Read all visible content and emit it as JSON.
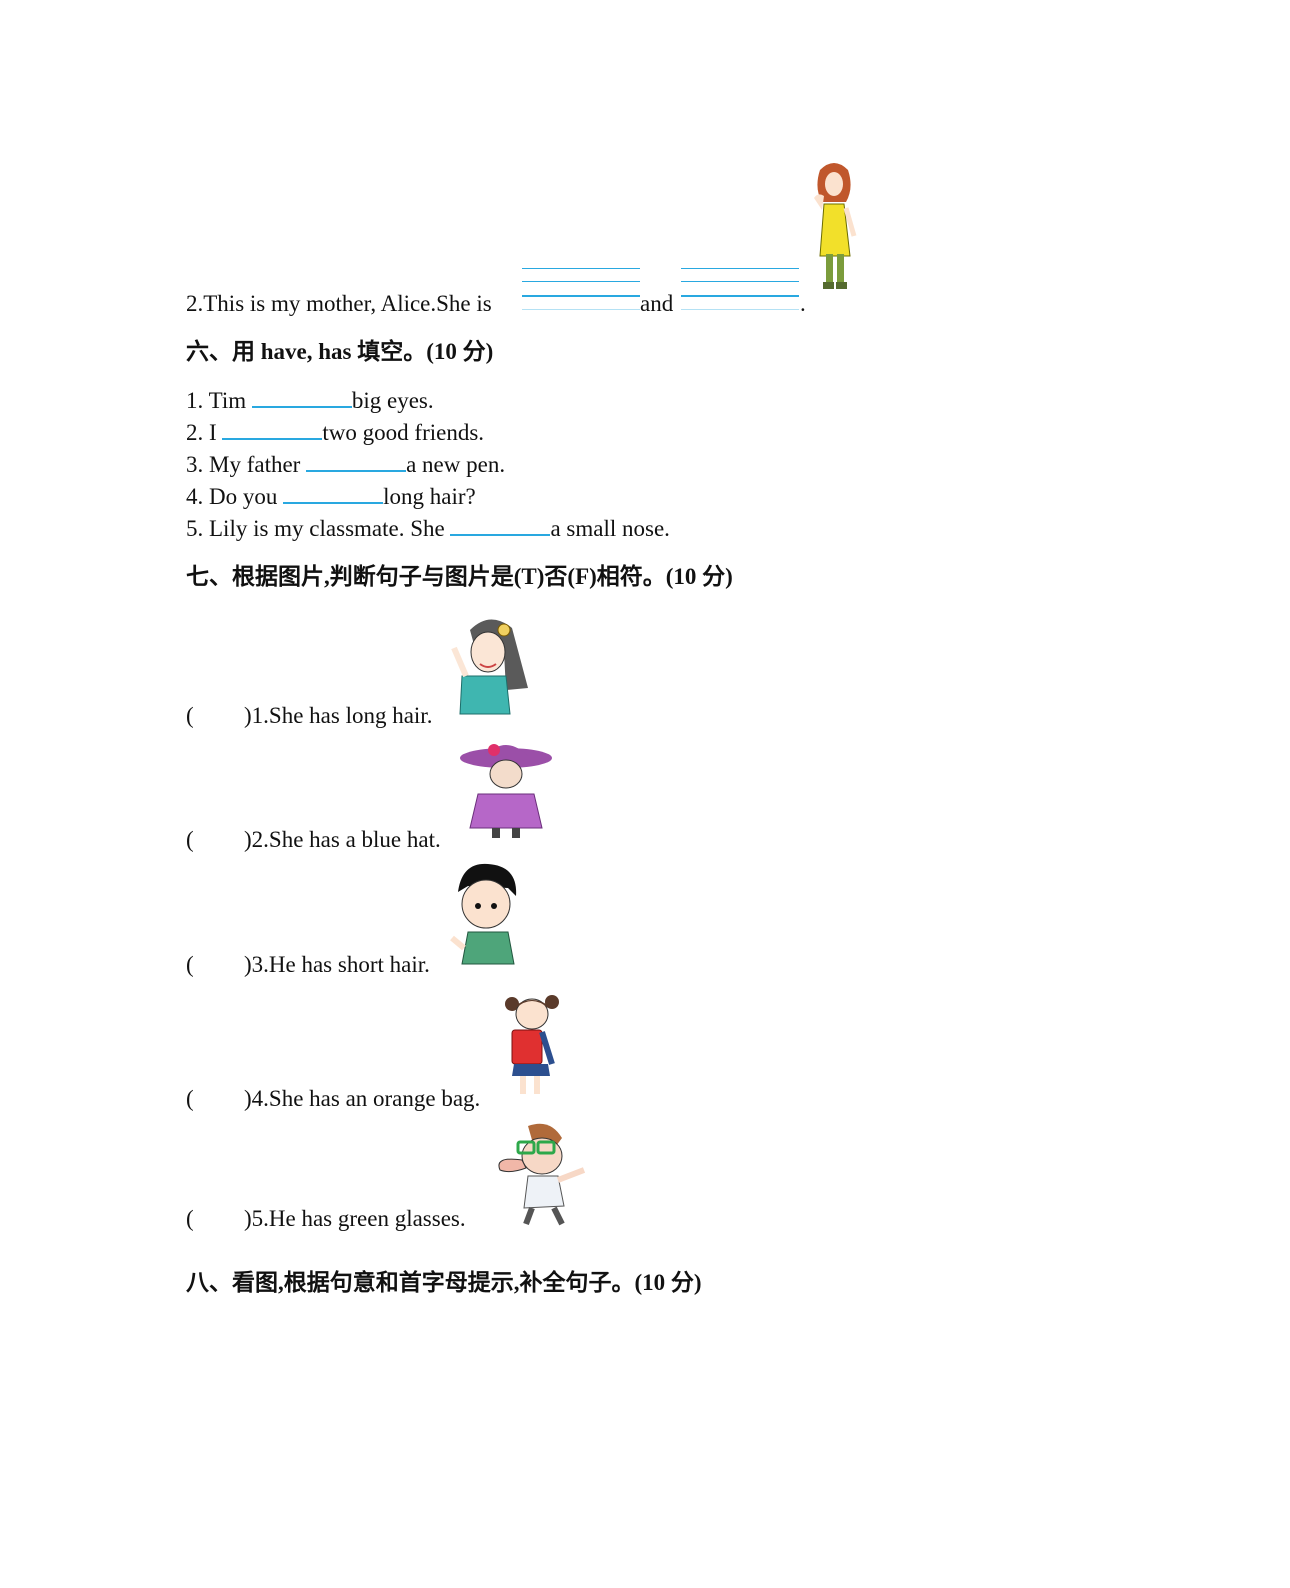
{
  "section5_q2": {
    "prefix": "2.This is my mother, Alice.She is",
    "connector": "and",
    "period": "."
  },
  "section6": {
    "heading": "六、用 have, has 填空。(10 分)",
    "items": [
      {
        "pre": "1. Tim",
        "post": "big eyes."
      },
      {
        "pre": "2. I",
        "post": "two good friends."
      },
      {
        "pre": "3. My father",
        "post": "a new pen."
      },
      {
        "pre": "4. Do you",
        "post": "long hair?"
      },
      {
        "pre": "5. Lily is my classmate. She",
        "post": "a small nose."
      }
    ]
  },
  "section7": {
    "heading": "七、根据图片,判断句子与图片是(T)否(F)相符。(10 分)",
    "paren_open": "(",
    "items": [
      ")1.She has long hair.",
      ")2.She has a blue hat.",
      ")3.He has short hair.",
      ")4.She has an orange bag.",
      ")5.He has green glasses."
    ]
  },
  "section8": {
    "heading": "八、看图,根据句意和首字母提示,补全句子。(10 分)"
  },
  "icons": [
    "mother-illustration",
    "long-hair-girl-illustration",
    "hat-girl-illustration",
    "short-hair-boy-illustration",
    "schoolbag-girl-illustration",
    "glasses-man-illustration"
  ],
  "colors": {
    "blank_line": "#29a8e0"
  }
}
